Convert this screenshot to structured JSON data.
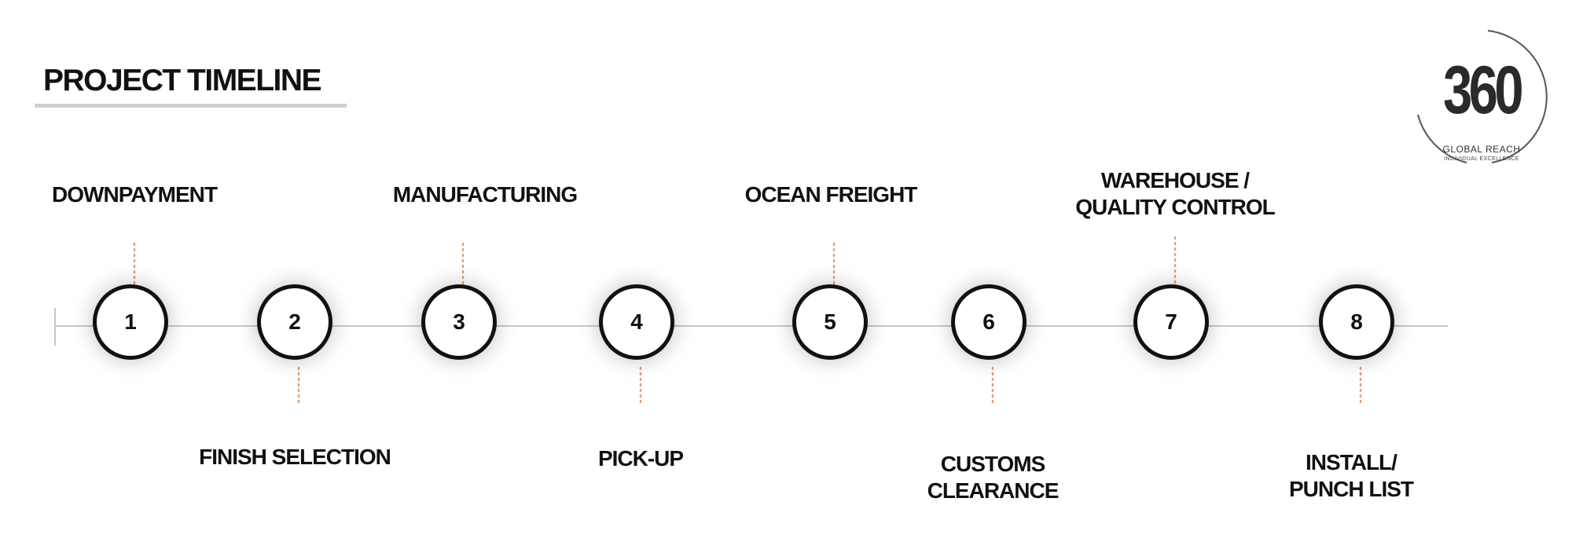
{
  "title": "PROJECT TIMELINE",
  "logo": {
    "number": "360",
    "line1": "GLOBAL REACH",
    "line2": "INDIVIDUAL EXCELLENCE"
  },
  "colors": {
    "accent": "#e0a47a",
    "line": "#c8c8c8",
    "circle": "#111111"
  },
  "steps": [
    {
      "number": "1",
      "label": "DOWNPAYMENT",
      "position": "above"
    },
    {
      "number": "2",
      "label": "FINISH SELECTION",
      "position": "below"
    },
    {
      "number": "3",
      "label": "MANUFACTURING",
      "position": "above"
    },
    {
      "number": "4",
      "label": "PICK-UP",
      "position": "below"
    },
    {
      "number": "5",
      "label": "OCEAN FREIGHT",
      "position": "above"
    },
    {
      "number": "6",
      "label": "CUSTOMS\nCLEARANCE",
      "position": "below"
    },
    {
      "number": "7",
      "label": "WAREHOUSE /\nQUALITY CONTROL",
      "position": "above"
    },
    {
      "number": "8",
      "label": "INSTALL/\nPUNCH LIST",
      "position": "below"
    }
  ]
}
